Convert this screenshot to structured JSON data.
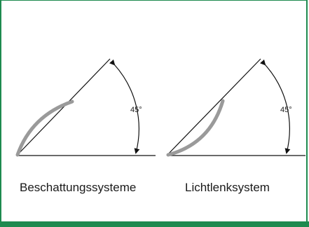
{
  "panels": [
    {
      "caption": "Beschattungssysteme",
      "angle_label": "45°",
      "arc_bulge": "upper-left"
    },
    {
      "caption": "Lichtlenksystem",
      "angle_label": "45°",
      "arc_bulge": "lower-right"
    }
  ],
  "colors": {
    "accent_green": "#1e8a4f",
    "line": "#111111",
    "arc": "#9a9a9a"
  }
}
